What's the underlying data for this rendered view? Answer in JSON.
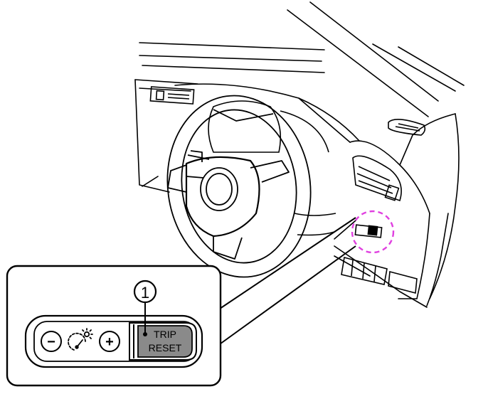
{
  "callout": {
    "number": "1",
    "symbol": "①"
  },
  "switch_panel": {
    "minus_label": "−",
    "plus_label": "+",
    "illumination_icon": "dashboard-brightness-icon",
    "trip_reset_line1": "TRIP",
    "trip_reset_line2": "RESET"
  },
  "colors": {
    "line": "#000000",
    "highlight_circle": "#e040e0",
    "trip_button_fill": "#8a8a8a",
    "background": "#ffffff"
  }
}
